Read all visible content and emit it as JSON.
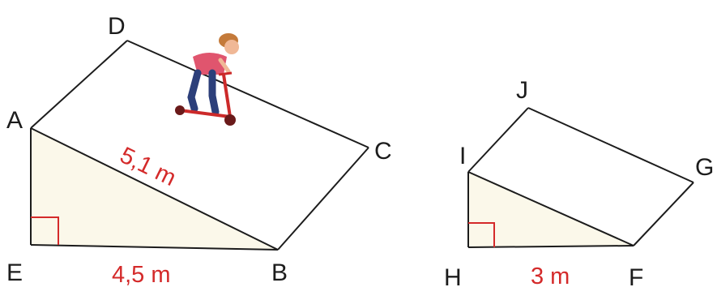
{
  "figures": {
    "left": {
      "vertices": {
        "A": "A",
        "B": "B",
        "C": "C",
        "D": "D",
        "E": "E"
      },
      "measures": {
        "AB": "5,1 m",
        "EB": "4,5 m"
      }
    },
    "right": {
      "vertices": {
        "F": "F",
        "G": "G",
        "H": "H",
        "I": "I",
        "J": "J"
      },
      "measures": {
        "HF": "3 m"
      }
    }
  },
  "colors": {
    "outline": "#1c1c1c",
    "measure_text": "#d42a2a",
    "right_angle_mark": "#d42a2a",
    "triangle_fill": "#fbf8ea",
    "ramp_top_fill": "#ffffff"
  },
  "figure_items": {
    "scooter_rider": "person-on-scooter-illustration"
  }
}
